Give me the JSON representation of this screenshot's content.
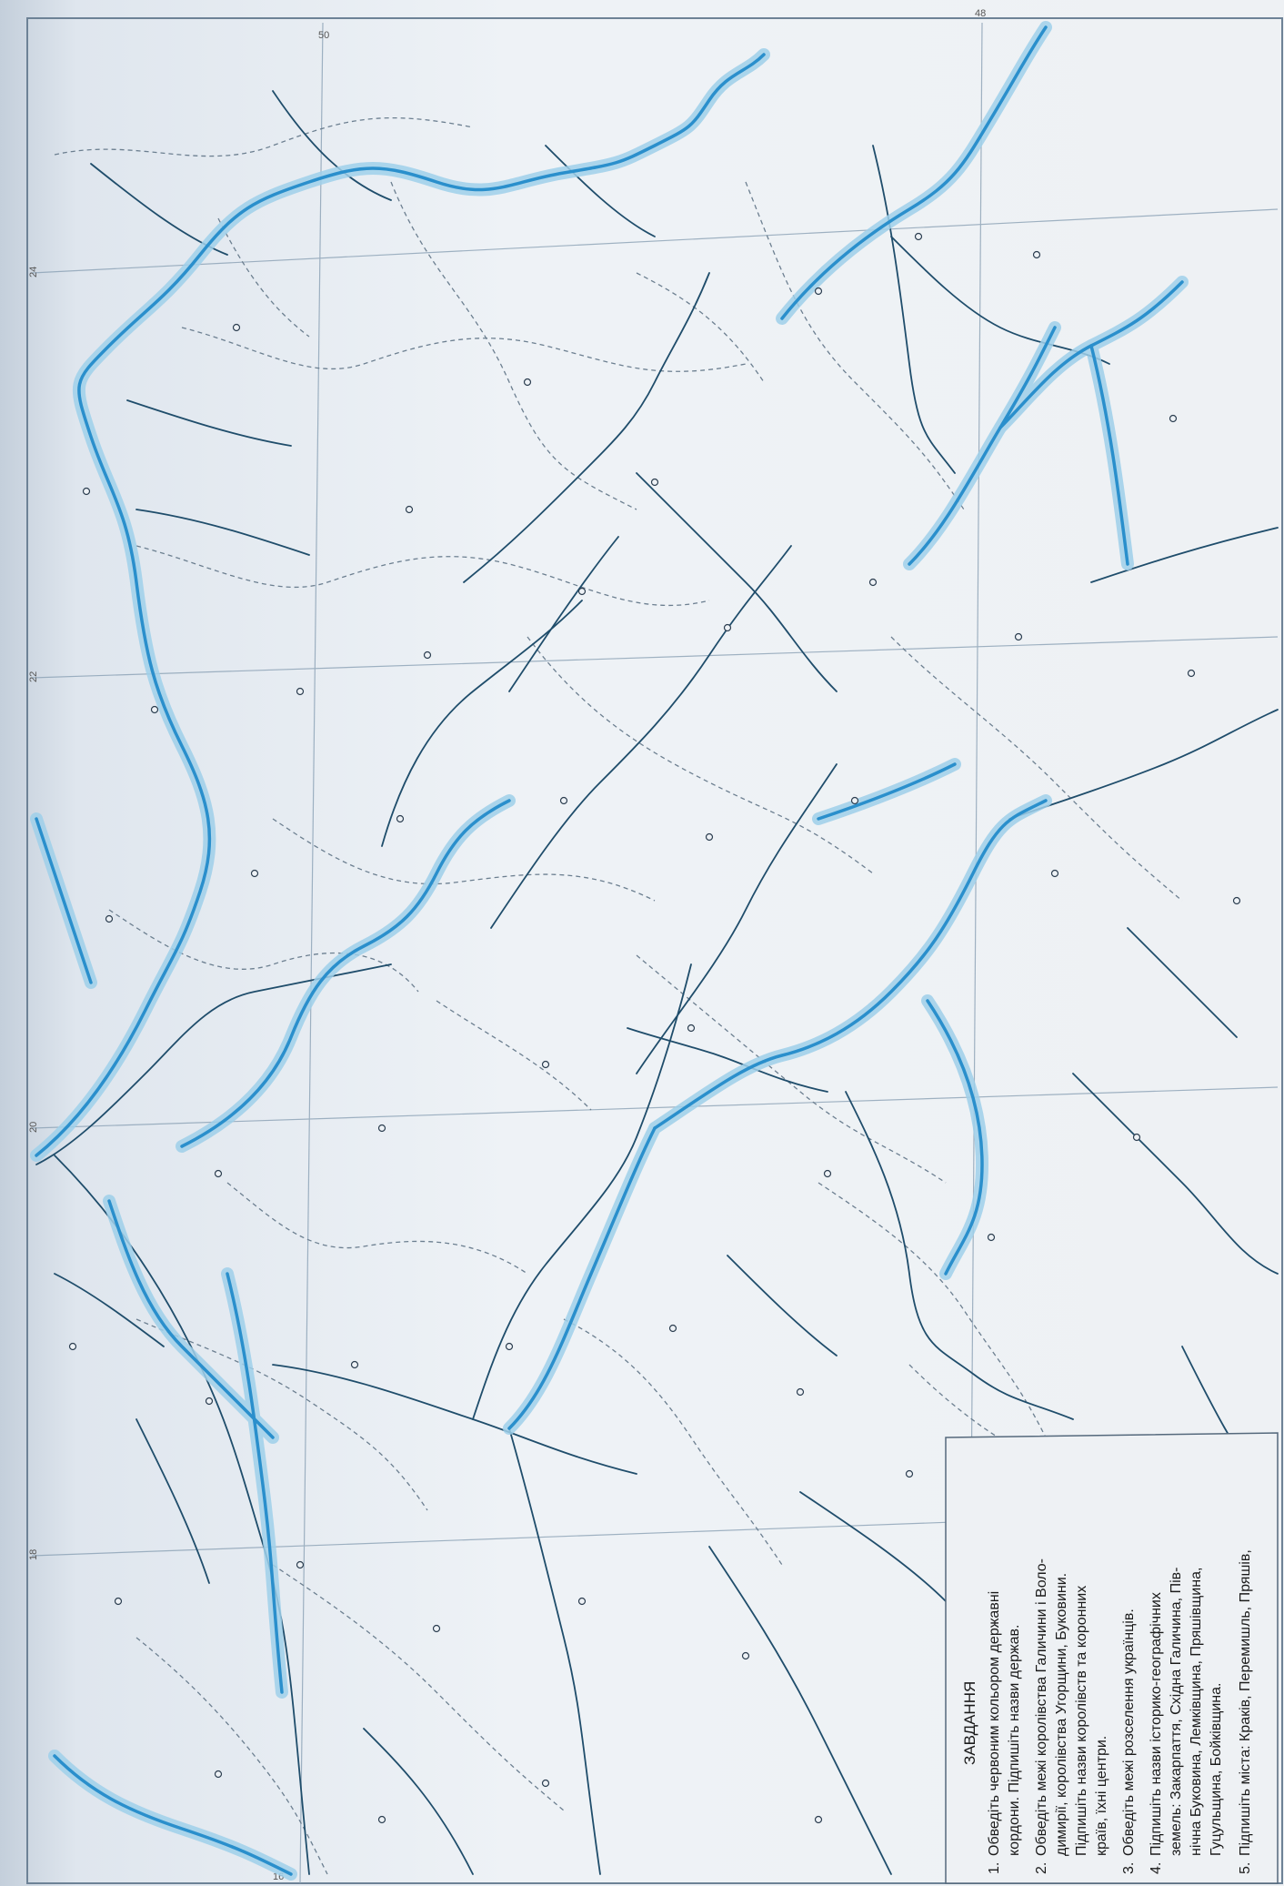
{
  "map": {
    "grid_labels": [
      "50",
      "48",
      "24",
      "22",
      "20",
      "18",
      "16"
    ]
  },
  "tasks": {
    "heading": "ЗАВДАННЯ",
    "items": [
      {
        "num": "1.",
        "lines": [
          "Обведіть червоним кольором державні",
          "кордони. Підпишіть назви держав."
        ]
      },
      {
        "num": "2.",
        "lines": [
          "Обведіть межі королівства Галичини і Воло-",
          "димирії, королівства Угорщини, Буковини.",
          "Підпишіть назви королівств та коронних",
          "країв, їхні центри."
        ]
      },
      {
        "num": "3.",
        "lines": [
          "Обведіть межі розселення українців."
        ]
      },
      {
        "num": "4.",
        "lines": [
          "Підпишіть назви історико-географічних",
          "земель: Закарпаття, Східна Галичина, Пів-",
          "нічна Буковина, Лемківщина, Пряшівщина,",
          "Гуцульщина, Бойківщина."
        ]
      },
      {
        "num": "5.",
        "lines": [
          "Підпишіть міста: Краків, Перемишль, Пряшів,"
        ]
      }
    ]
  },
  "colors": {
    "border_blue": "#2a8fcc",
    "border_halo": "#9fd0ea",
    "river": "#1f4d6b",
    "admin": "#6c7f90",
    "grid": "#8aa0b4"
  }
}
